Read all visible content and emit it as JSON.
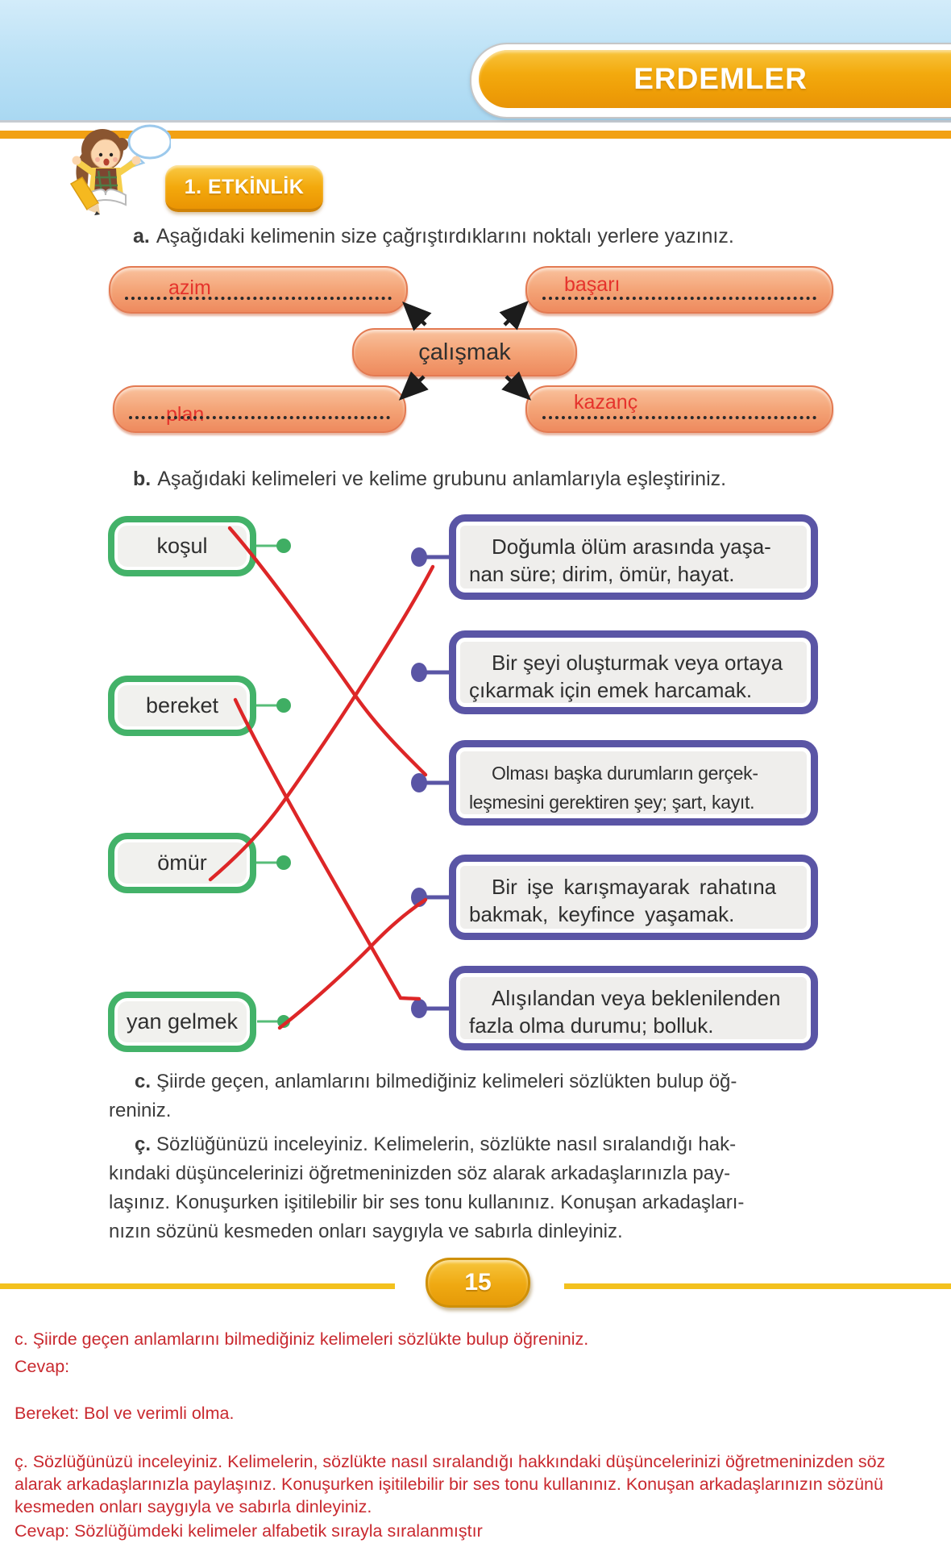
{
  "header": {
    "banner_title": "ERDEMLER",
    "activity_badge": "1. ETKİNLİK"
  },
  "section_a": {
    "label": "a.",
    "instruction": "Aşağıdaki kelimenin size çağrıştırdıklarını noktalı yerlere yazınız."
  },
  "word_map": {
    "center_word": "çalışmak",
    "branches": [
      {
        "position": "top-left",
        "answer": "azim"
      },
      {
        "position": "top-right",
        "answer": "başarı"
      },
      {
        "position": "bottom-left",
        "answer": "plan"
      },
      {
        "position": "bottom-right",
        "answer": "kazanç"
      }
    ]
  },
  "section_b": {
    "label": "b.",
    "instruction": "Aşağıdaki kelimeleri ve kelime grubunu anlamlarıyla eşleştiriniz.",
    "words": [
      "koşul",
      "bereket",
      "ömür",
      "yan gelmek"
    ],
    "definitions": [
      {
        "line1": "Doğumla ölüm arasında yaşa-",
        "line2": "nan süre; dirim, ömür, hayat."
      },
      {
        "line1": "Bir şeyi oluşturmak veya ortaya",
        "line2": "çıkarmak için emek harcamak."
      },
      {
        "line1": "Olması başka durumların gerçek-",
        "line2": "leşmesini gerektiren şey; şart, kayıt."
      },
      {
        "line1": "Bir işe karışmayarak rahatına",
        "line2": "bakmak, keyfince yaşamak."
      },
      {
        "line1": "Alışılandan veya beklenilenden",
        "line2": "fazla olma durumu; bolluk."
      }
    ],
    "drawn_matches": [
      {
        "word": "koşul",
        "definition_index": 2
      },
      {
        "word": "bereket",
        "definition_index": 4
      },
      {
        "word": "ömür",
        "definition_index": 0
      },
      {
        "word": "yan gelmek",
        "definition_index": 3
      }
    ]
  },
  "section_c": {
    "label": "c.",
    "line1": "Şiirde geçen, anlamlarını bilmediğiniz kelimeleri sözlükten bulup öğ-",
    "line2": "reniniz."
  },
  "section_cc": {
    "label": "ç.",
    "line1": "Sözlüğünüzü inceleyiniz. Kelimelerin, sözlükte nasıl sıralandığı hak-",
    "line2": "kındaki düşüncelerinizi öğretmeninizden söz alarak arkadaşlarınızla pay-",
    "line3": "laşınız. Konuşurken işitilebilir bir ses tonu kullanınız. Konuşan arkadaşları-",
    "line4": "nızın sözünü kesmeden onları saygıyla ve sabırla dinleyiniz."
  },
  "footer": {
    "page_number": "15"
  },
  "answer_key": {
    "lines": [
      "c. Şiirde geçen anlamlarını bilmediğiniz kelimeleri sözlükte bulup öğreniniz.",
      "Cevap:",
      "Bereket: Bol ve verimli olma.",
      "ç. Sözlüğünüzü inceleyiniz. Kelimelerin, sözlükte nasıl sıralandığı hakkındaki düşüncelerinizi öğretmeninizden söz",
      "alarak arkadaşlarınızla paylaşınız. Konuşurken işitilebilir bir ses tonu kullanınız. Konuşan arkadaşlarınızın sözünü",
      "kesmeden onları saygıyla ve sabırla dinleyiniz.",
      "Cevap: Sözlüğümdeki kelimeler alfabetik sırayla sıralanmıştır"
    ]
  },
  "colors": {
    "banner_orange": "#f2a60d",
    "divider_orange": "#f2a113",
    "pill_salmon": "#f09a6e",
    "box_green": "#43b269",
    "box_purple": "#5a55a5",
    "match_line_red": "#dd2627",
    "handwriting_red": "#e5332c",
    "answer_text_red": "#c9292f",
    "page_badge_gold": "#efa912",
    "sky_blue": "#bde2f6",
    "rule_yellow": "#f3c11e"
  }
}
